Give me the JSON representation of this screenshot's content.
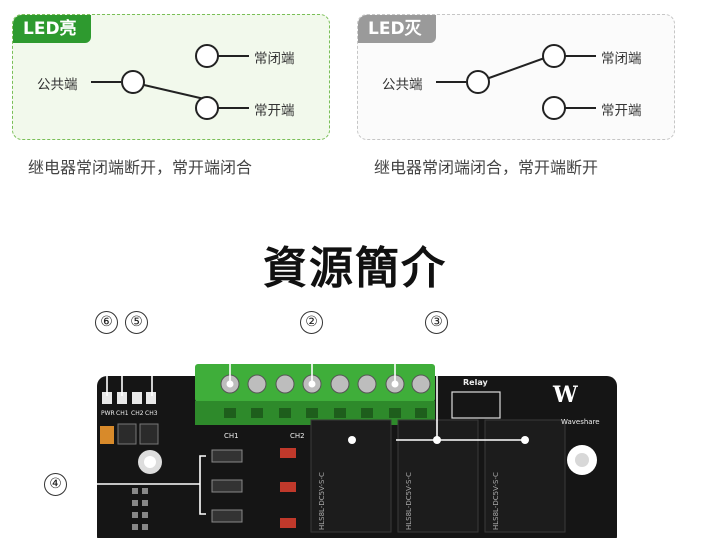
{
  "led_on": {
    "tag": "LED亮",
    "common": "公共端",
    "nc": "常闭端",
    "no": "常开端",
    "caption": "继电器常闭端断开，常开端闭合"
  },
  "led_off": {
    "tag": "LED灭",
    "common": "公共端",
    "nc": "常闭端",
    "no": "常开端",
    "caption": "继电器常闭端闭合，常开端断开"
  },
  "section_title": "資源簡介",
  "callouts": [
    "⑥",
    "⑤",
    "②",
    "③",
    "④"
  ],
  "board": {
    "led_labels": [
      "PWR",
      "CH1",
      "CH2",
      "CH3"
    ],
    "channel_labels": [
      "CH1",
      "CH2"
    ],
    "relay_label": "Relay",
    "brand": "Waveshare",
    "relay_model": "HLS8L-DC5V-S-C"
  },
  "colors": {
    "on_accent": "#2e9a2f",
    "off_accent": "#9a9a9a",
    "terminal_green": "#3fae3a",
    "relay_body": "#1c1c1c"
  }
}
